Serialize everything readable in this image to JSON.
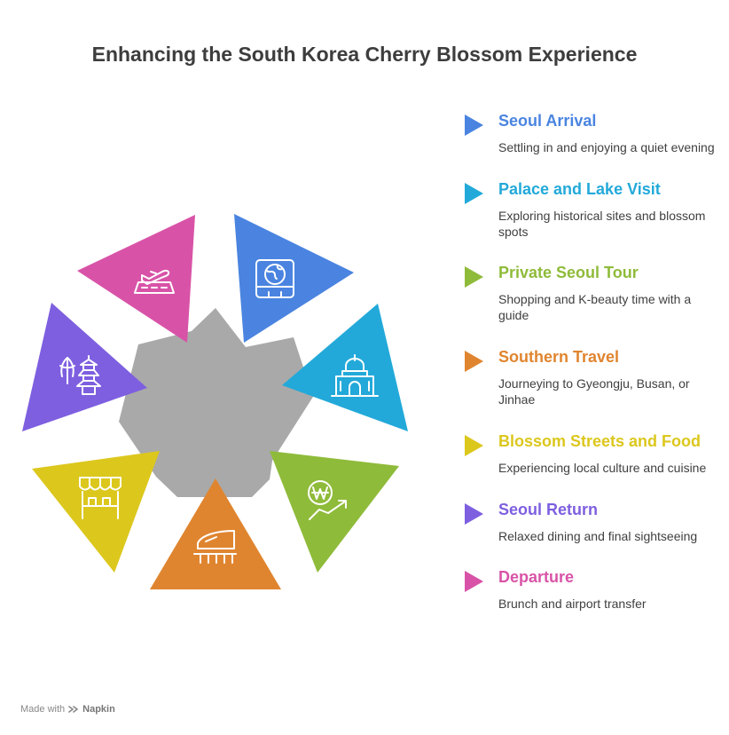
{
  "title": "Enhancing the South Korea Cherry Blossom Experience",
  "stages": [
    {
      "title": "Seoul Arrival",
      "desc": "Settling in and enjoying a quiet evening",
      "color": "#4a84e0",
      "icon": "suitcase-globe-icon"
    },
    {
      "title": "Palace and Lake Visit",
      "desc": "Exploring historical sites and blossom spots",
      "color": "#22a9d9",
      "icon": "palace-icon"
    },
    {
      "title": "Private Seoul Tour",
      "desc": "Shopping and K-beauty time with a guide",
      "color": "#8fbb3a",
      "icon": "won-growth-icon"
    },
    {
      "title": "Southern Travel",
      "desc": "Journeying to Gyeongju, Busan, or Jinhae",
      "color": "#e0852f",
      "icon": "train-icon"
    },
    {
      "title": "Blossom Streets and Food",
      "desc": "Experiencing local culture and cuisine",
      "color": "#dcc71d",
      "icon": "market-stall-icon"
    },
    {
      "title": "Seoul Return",
      "desc": "Relaxed dining and final sightseeing",
      "color": "#7e5fe0",
      "icon": "pagoda-icon"
    },
    {
      "title": "Departure",
      "desc": "Brunch and airport transfer",
      "color": "#d853a7",
      "icon": "airplane-departure-icon"
    }
  ],
  "center_color": "#a9a9a9",
  "footer": {
    "prefix": "Made with",
    "brand": "Napkin"
  }
}
